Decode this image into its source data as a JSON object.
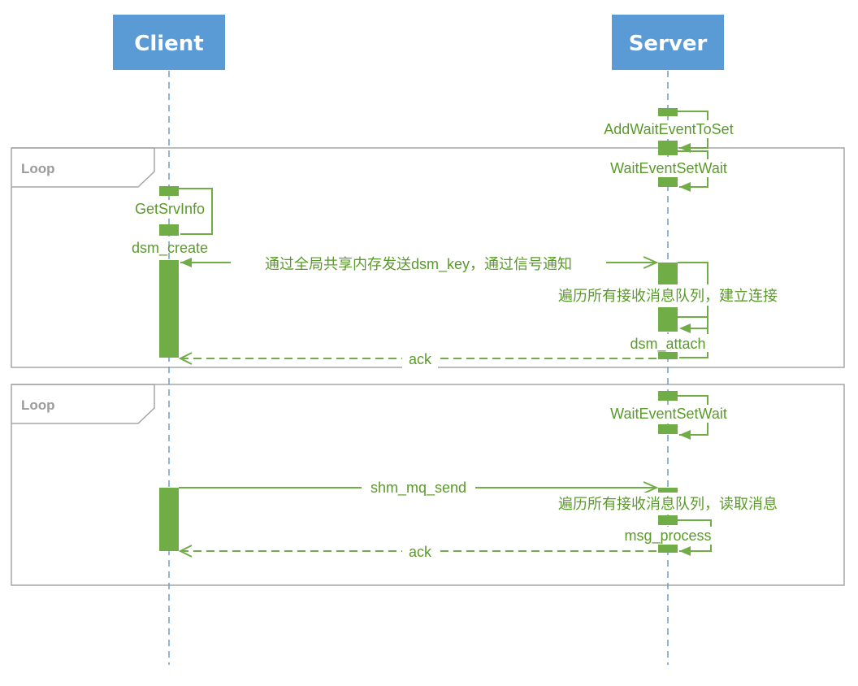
{
  "participants": {
    "client": "Client",
    "server": "Server"
  },
  "loops": [
    {
      "label": "Loop"
    },
    {
      "label": "Loop"
    }
  ],
  "messages": {
    "add_wait_event": "AddWaitEventToSet",
    "wait_event_set_wait_1": "WaitEventSetWait",
    "get_srv_info": "GetSrvInfo",
    "dsm_create": "dsm_create",
    "notify_dsm_key": "通过全局共享内存发送dsm_key，通过信号通知",
    "traverse_connect": "遍历所有接收消息队列，建立连接",
    "dsm_attach": "dsm_attach",
    "ack_1": "ack",
    "wait_event_set_wait_2": "WaitEventSetWait",
    "shm_mq_send": "shm_mq_send",
    "traverse_read": "遍历所有接收消息队列，读取消息",
    "msg_process": "msg_process",
    "ack_2": "ack"
  },
  "colors": {
    "participant_fill": "#5b9bd5",
    "lifeline": "#6d9dc9",
    "activation": "#70ad47",
    "message": "#70ad47",
    "loop_border": "#a6a6a6"
  }
}
